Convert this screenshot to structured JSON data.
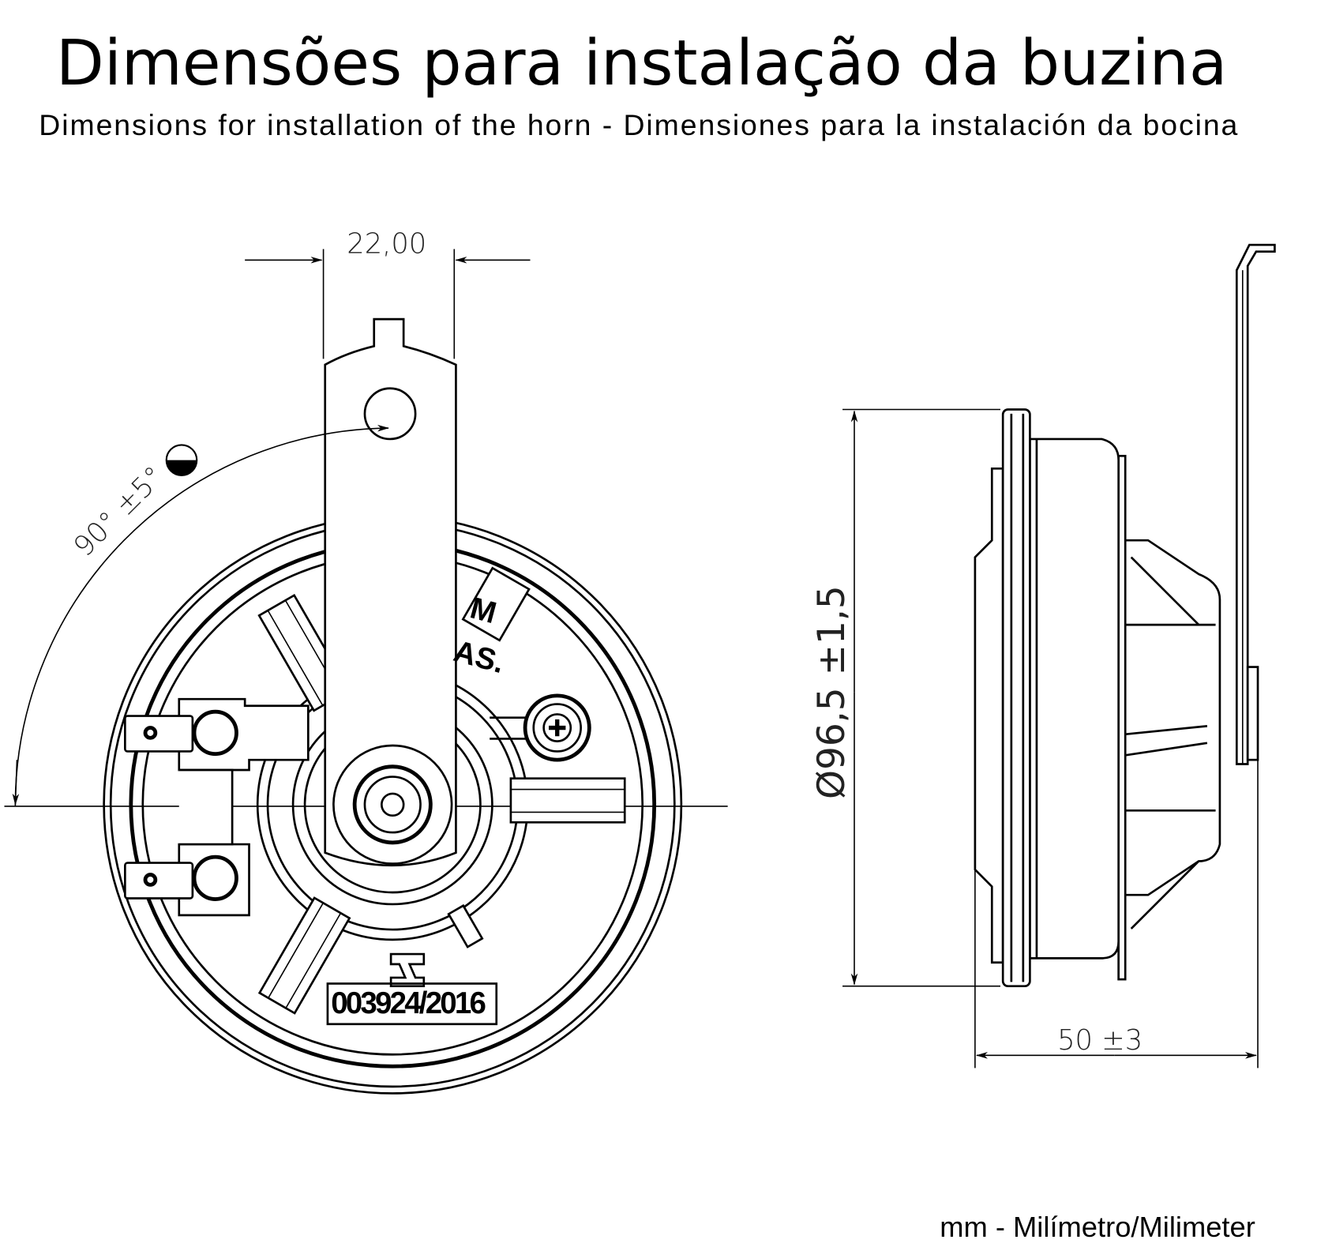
{
  "title": "Dimensões para instalação da buzina",
  "subtitle": "Dimensions for installation of the horn - Dimensiones para la instalación da bocina",
  "front_view": {
    "bracket_width_dim": "22,00",
    "angle_dim": "90° ±5°",
    "terminal_mark": "M",
    "mark_as": "AS.",
    "certificate_label": "003924/2016"
  },
  "side_view": {
    "diameter_dim": "Ø96,5 ±1,5",
    "depth_dim": "50 ±3"
  },
  "footer": "mm - Milímetro/Milimeter"
}
